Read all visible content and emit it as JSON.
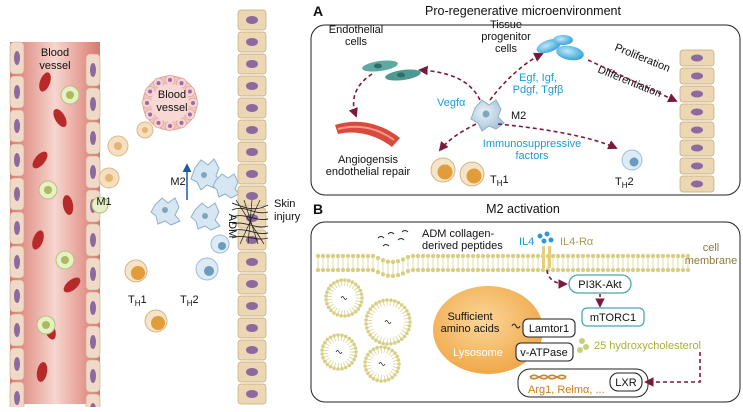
{
  "left": {
    "blood_vessel_left": "Blood\nvessel",
    "blood_vessel_small": "Blood\nvessel",
    "m1": "M1",
    "m2": "M2",
    "th1_base": "T",
    "th1_sub": "H",
    "th1_num": "1",
    "th2_base": "T",
    "th2_sub": "H",
    "th2_num": "2",
    "adm": "ADM",
    "skin_injury": "Skin\ninjury"
  },
  "panel_a": {
    "letter": "A",
    "title": "Pro-regenerative microenvironment",
    "endothelial": "Endothelial\ncells",
    "tissue_progenitor": "Tissue\nprogenitor\ncells",
    "proliferation": "Proliferation",
    "differentiation": "Differentiation",
    "growth_factors": "Egf, Igf,\nPdgf, Tgfβ",
    "vegfa": "Vegfα",
    "m2": "M2",
    "angiogenesis": "Angiogensis\nendothelial repair",
    "immunosuppressive": "Immunosuppressive\nfactors",
    "th1_base": "T",
    "th1_sub": "H",
    "th1_num": "1",
    "th2_base": "T",
    "th2_sub": "H",
    "th2_num": "2"
  },
  "panel_b": {
    "letter": "B",
    "title": "M2 activation",
    "adm_peptides": "ADM collagen-\nderived peptides",
    "il4": "IL4",
    "il4ra": "IL4-Rα",
    "cell_membrane": "cell\nmembrane",
    "pi3k": "PI3K-Akt",
    "sufficient": "Sufficient\namino acids",
    "lamtor1": "Lamtor1",
    "mtorc1": "mTORC1",
    "lysosome": "Lysosome",
    "vatpase": "v-ATPase",
    "hydroxy": "25 hydroxycholesterol",
    "lxr": "LXR",
    "genes": "Arg1, Relmα, ..."
  },
  "colors": {
    "vessel_red": "#c8403a",
    "blue_text": "#1a9bd7",
    "olive_text": "#a89a55",
    "arrow": "#7a1a3a",
    "lysosome": "#f4b860",
    "cell_column": "#e8d5b0"
  }
}
